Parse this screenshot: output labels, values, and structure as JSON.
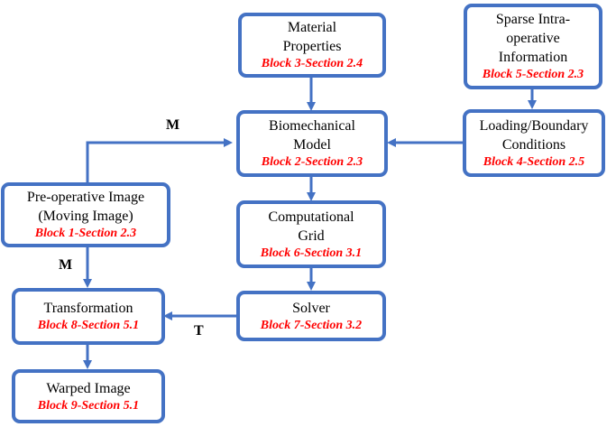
{
  "colors": {
    "border": "#4472c4",
    "arrow": "#4472c4",
    "reference": "#ff0000",
    "text": "#000000"
  },
  "boxes": {
    "material": {
      "title": "Material\nProperties",
      "ref": "Block 3-Section 2.4"
    },
    "sparse": {
      "title": "Sparse Intra-\noperative\nInformation",
      "ref": "Block 5-Section 2.3"
    },
    "biomech": {
      "title": "Biomechanical\nModel",
      "ref": "Block 2-Section 2.3"
    },
    "loading": {
      "title": "Loading/Boundary\nConditions",
      "ref": "Block 4-Section 2.5"
    },
    "preop": {
      "title": "Pre-operative Image\n(Moving Image)",
      "ref": "Block 1-Section 2.3"
    },
    "grid": {
      "title": "Computational\nGrid",
      "ref": "Block 6-Section 3.1"
    },
    "transform": {
      "title": "Transformation",
      "ref": "Block 8-Section 5.1"
    },
    "solver": {
      "title": "Solver",
      "ref": "Block 7-Section 3.2"
    },
    "warped": {
      "title": "Warped Image",
      "ref": "Block 9-Section 5.1"
    }
  },
  "edge_labels": {
    "m_top": "M",
    "m_left": "M",
    "t": "T"
  }
}
